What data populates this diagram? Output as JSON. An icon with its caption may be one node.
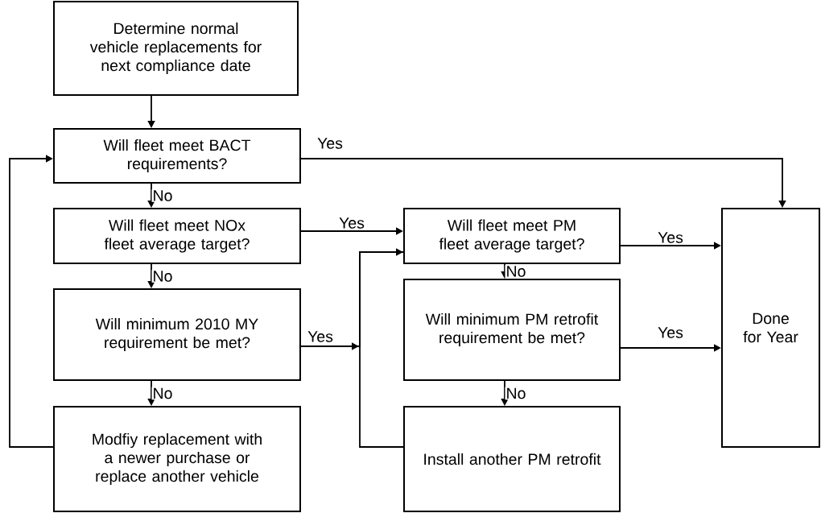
{
  "diagram": {
    "nodes": [
      {
        "text": [
          "Determine normal vehicle replacements for next compliance date"
        ]
      },
      {
        "text": [
          "Will fleet meet BACT requirements?"
        ]
      },
      {
        "text": [
          "Will fleet meet NOx fleet average target?"
        ]
      },
      {
        "text": [
          "Will minimum 2010 MY requirement be met?"
        ]
      },
      {
        "text": [
          "Modfiy replacement with a newer purchase or replace another vehicle"
        ]
      },
      {
        "text": [
          "Will fleet meet PM fleet average target?"
        ]
      },
      {
        "text": [
          "Will minimum PM retrofit requirement be met?"
        ]
      },
      {
        "text": [
          "Install another PM retrofit"
        ]
      },
      {
        "text": [
          "Done for Year"
        ]
      }
    ],
    "edges": [
      {
        "from": 0,
        "to": 1,
        "arrow": "to"
      },
      {
        "from": 1,
        "to": 8,
        "arrow": "to",
        "label": "Yes"
      },
      {
        "from": 1,
        "to": 2,
        "arrow": "to",
        "label": "No"
      },
      {
        "from": 2,
        "to": 5,
        "arrow": "to",
        "label": "Yes"
      },
      {
        "from": 2,
        "to": 3,
        "arrow": "to",
        "label": "No"
      },
      {
        "from": 3,
        "to": 5,
        "arrow": "to",
        "label": "Yes"
      },
      {
        "from": 3,
        "to": 4,
        "arrow": "to",
        "label": "No"
      },
      {
        "from": 4,
        "to": 1,
        "arrow": "to"
      },
      {
        "from": 5,
        "to": 8,
        "arrow": "to",
        "label": "Yes"
      },
      {
        "from": 5,
        "to": 6,
        "arrow": "to",
        "label": "No"
      },
      {
        "from": 6,
        "to": 8,
        "arrow": "to",
        "label": "Yes"
      },
      {
        "from": 6,
        "to": 7,
        "arrow": "to",
        "label": "No"
      },
      {
        "from": 7,
        "to": 5,
        "arrow": "to"
      }
    ]
  }
}
